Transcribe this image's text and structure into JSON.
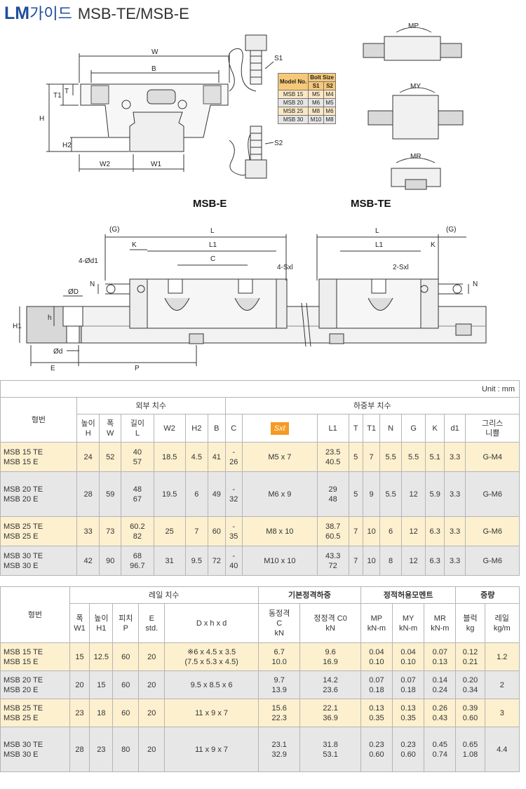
{
  "title": {
    "lm": "LM",
    "ko": "가이드",
    "rest": "MSB-TE/MSB-E"
  },
  "drawing_labels": {
    "W": "W",
    "B": "B",
    "T": "T",
    "T1": "T1",
    "H": "H",
    "H2": "H2",
    "W2": "W2",
    "W1": "W1",
    "S1": "S1",
    "S2": "S2",
    "MP": "MP",
    "MY": "MY",
    "MR": "MR",
    "G": "(G)",
    "L": "L",
    "L1": "L1",
    "K": "K",
    "C": "C",
    "d1": "4-Ød1",
    "sxl4": "4-Sxl",
    "sxl2": "2-Sxl",
    "N": "N",
    "D": "ØD",
    "h": "h",
    "H1": "H1",
    "d": "Ød",
    "E": "E",
    "P": "P"
  },
  "bolt_table": {
    "model_header": "Model No.",
    "size_header": "Bolt Size",
    "s1_header": "S1",
    "s2_header": "S2",
    "rows": [
      {
        "model": "MSB 15",
        "s1": "M5",
        "s2": "M4"
      },
      {
        "model": "MSB 20",
        "s1": "M6",
        "s2": "M5"
      },
      {
        "model": "MSB 25",
        "s1": "M8",
        "s2": "M6"
      },
      {
        "model": "MSB 30",
        "s1": "M10",
        "s2": "M8"
      }
    ]
  },
  "labels": {
    "msb_e": "MSB-E",
    "msb_te": "MSB-TE"
  },
  "table1": {
    "unit": "Unit : mm",
    "model": "형번",
    "outer": "외부 치수",
    "load": "하중부 치수",
    "cols": [
      {
        "k": "높이",
        "u": "H"
      },
      {
        "k": "폭",
        "u": "W"
      },
      {
        "k": "길이",
        "u": "L"
      },
      {
        "k": "",
        "u": "W2"
      },
      {
        "k": "",
        "u": "H2"
      },
      {
        "k": "",
        "u": "B"
      },
      {
        "k": "",
        "u": "C"
      },
      {
        "k": "",
        "u": "Sxℓ"
      },
      {
        "k": "",
        "u": "L1"
      },
      {
        "k": "",
        "u": "T"
      },
      {
        "k": "",
        "u": "T1"
      },
      {
        "k": "",
        "u": "N"
      },
      {
        "k": "",
        "u": "G"
      },
      {
        "k": "",
        "u": "K"
      },
      {
        "k": "",
        "u": "d1"
      },
      {
        "k": "그리스",
        "u": "니쁠"
      }
    ],
    "rows": [
      {
        "m1": "MSB 15 TE",
        "m2": "MSB 15 E",
        "H": "24",
        "W": "52",
        "L1v": "40",
        "L2v": "57",
        "W2": "18.5",
        "H2": "4.5",
        "B": "41",
        "C1": "-",
        "C2": "26",
        "S": "M5 x 7",
        "LL1": "23.5",
        "LL2": "40.5",
        "T": "5",
        "T1": "7",
        "N": "5.5",
        "G": "5.5",
        "K": "5.1",
        "d1": "3.3",
        "gr": "G-M4"
      },
      {
        "m1": "MSB 20 TE",
        "m2": "MSB 20 E",
        "H": "28",
        "W": "59",
        "L1v": "48",
        "L2v": "67",
        "W2": "19.5",
        "H2": "6",
        "B": "49",
        "C1": "-",
        "C2": "32",
        "S": "M6 x 9",
        "LL1": "29",
        "LL2": "48",
        "T": "5",
        "T1": "9",
        "N": "5.5",
        "G": "12",
        "K": "5.9",
        "d1": "3.3",
        "gr": "G-M6"
      },
      {
        "m1": "MSB 25 TE",
        "m2": "MSB 25 E",
        "H": "33",
        "W": "73",
        "L1v": "60.2",
        "L2v": "82",
        "W2": "25",
        "H2": "7",
        "B": "60",
        "C1": "-",
        "C2": "35",
        "S": "M8 x 10",
        "LL1": "38.7",
        "LL2": "60.5",
        "T": "7",
        "T1": "10",
        "N": "6",
        "G": "12",
        "K": "6.3",
        "d1": "3.3",
        "gr": "G-M6"
      },
      {
        "m1": "MSB 30 TE",
        "m2": "MSB 30 E",
        "H": "42",
        "W": "90",
        "L1v": "68",
        "L2v": "96.7",
        "W2": "31",
        "H2": "9.5",
        "B": "72",
        "C1": "-",
        "C2": "40",
        "S": "M10 x 10",
        "LL1": "43.3",
        "LL2": "72",
        "T": "7",
        "T1": "10",
        "N": "8",
        "G": "12",
        "K": "6.3",
        "d1": "3.3",
        "gr": "G-M6"
      }
    ]
  },
  "table2": {
    "model": "형번",
    "rail": "레일 치수",
    "static_load": "기본정격하중",
    "moment": "정적허용모멘트",
    "weight": "중량",
    "cols": [
      {
        "a": "폭",
        "b": "W1"
      },
      {
        "a": "높이",
        "b": "H1"
      },
      {
        "a": "피치",
        "b": "P"
      },
      {
        "a": "E",
        "b": "std."
      },
      {
        "a": "D x h x d",
        "b": ""
      },
      {
        "a": "동정격",
        "b": "C",
        "c": "kN"
      },
      {
        "a": "정정격 C0",
        "b": "kN"
      },
      {
        "a": "MP",
        "b": "kN-m"
      },
      {
        "a": "MY",
        "b": "kN-m"
      },
      {
        "a": "MR",
        "b": "kN-m"
      },
      {
        "a": "블럭",
        "b": "kg"
      },
      {
        "a": "레일",
        "b": "kg/m"
      }
    ],
    "rows": [
      {
        "m1": "MSB 15 TE",
        "m2": "MSB 15 E",
        "W1": "15",
        "H1": "12.5",
        "P": "60",
        "E": "20",
        "d1": "※6 x 4.5 x 3.5",
        "d2": "(7.5 x 5.3 x 4.5)",
        "C1": "6.7",
        "C2": "10.0",
        "C01": "9.6",
        "C02": "16.9",
        "MP1": "0.04",
        "MP2": "0.10",
        "MY1": "0.04",
        "MY2": "0.10",
        "MR1": "0.07",
        "MR2": "0.13",
        "B1": "0.12",
        "B2": "0.21",
        "R": "1.2"
      },
      {
        "m1": "MSB 20 TE",
        "m2": "MSB 20 E",
        "W1": "20",
        "H1": "15",
        "P": "60",
        "E": "20",
        "d1": "9.5 x 8.5 x 6",
        "d2": "",
        "C1": "9.7",
        "C2": "13.9",
        "C01": "14.2",
        "C02": "23.6",
        "MP1": "0.07",
        "MP2": "0.18",
        "MY1": "0.07",
        "MY2": "0.18",
        "MR1": "0.14",
        "MR2": "0.24",
        "B1": "0.20",
        "B2": "0.34",
        "R": "2"
      },
      {
        "m1": "MSB 25 TE",
        "m2": "MSB 25 E",
        "W1": "23",
        "H1": "18",
        "P": "60",
        "E": "20",
        "d1": "11 x 9 x 7",
        "d2": "",
        "C1": "15.6",
        "C2": "22.3",
        "C01": "22.1",
        "C02": "36.9",
        "MP1": "0.13",
        "MP2": "0.35",
        "MY1": "0.13",
        "MY2": "0.35",
        "MR1": "0.26",
        "MR2": "0.43",
        "B1": "0.39",
        "B2": "0.60",
        "R": "3"
      },
      {
        "m1": "MSB 30 TE",
        "m2": "MSB 30 E",
        "W1": "28",
        "H1": "23",
        "P": "80",
        "E": "20",
        "d1": "11 x 9 x 7",
        "d2": "",
        "C1": "23.1",
        "C2": "32.9",
        "C01": "31.8",
        "C02": "53.1",
        "MP1": "0.23",
        "MP2": "0.60",
        "MY1": "0.23",
        "MY2": "0.60",
        "MR1": "0.45",
        "MR2": "0.74",
        "B1": "0.65",
        "B2": "1.08",
        "R": "4.4"
      }
    ]
  }
}
